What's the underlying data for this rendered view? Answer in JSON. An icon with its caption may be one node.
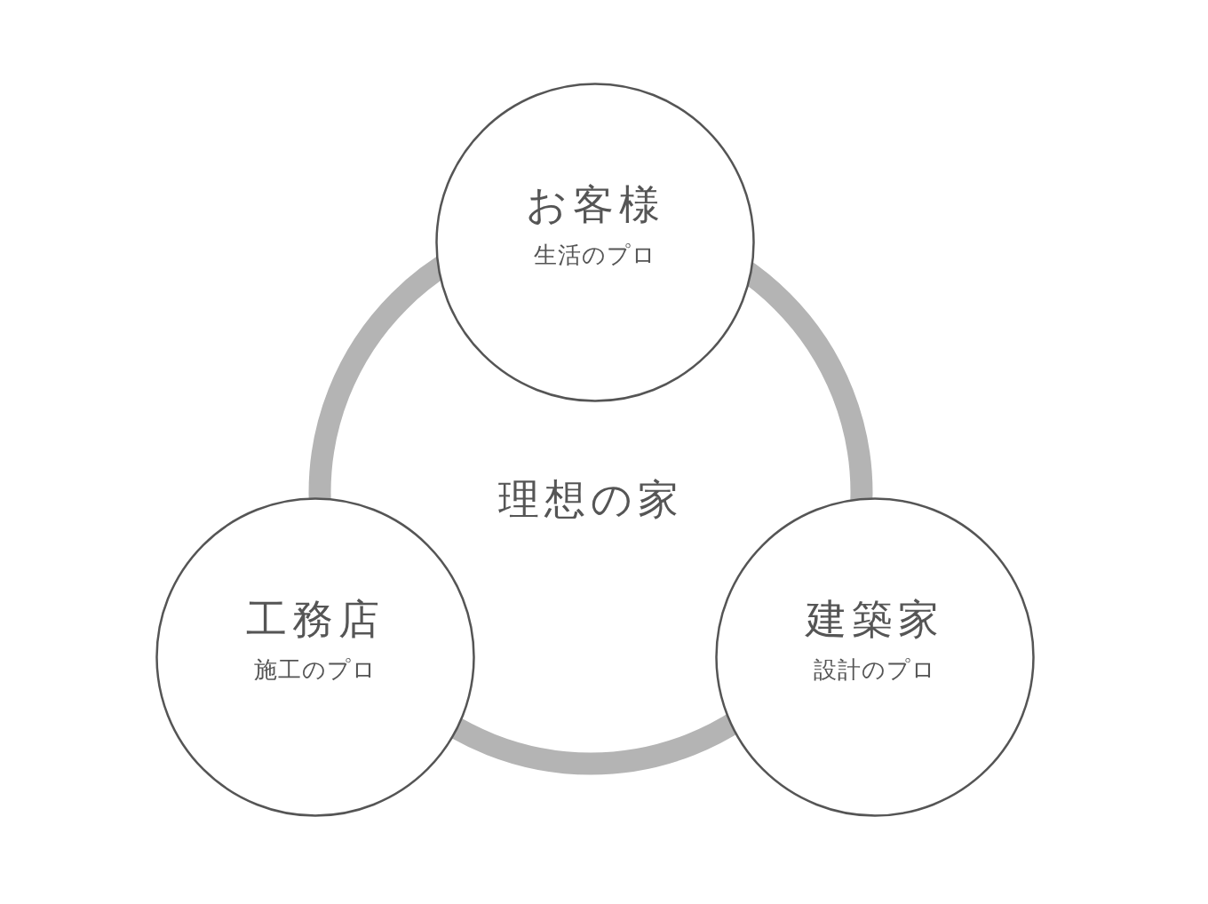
{
  "diagram": {
    "nodes": [
      {
        "text": [
          "お客様",
          "生活のプロ"
        ]
      },
      {
        "text": [
          "理想の家"
        ]
      },
      {
        "text": [
          "工務店",
          "施工のプロ"
        ]
      },
      {
        "text": [
          "建築家",
          "設計のプロ"
        ]
      }
    ]
  }
}
